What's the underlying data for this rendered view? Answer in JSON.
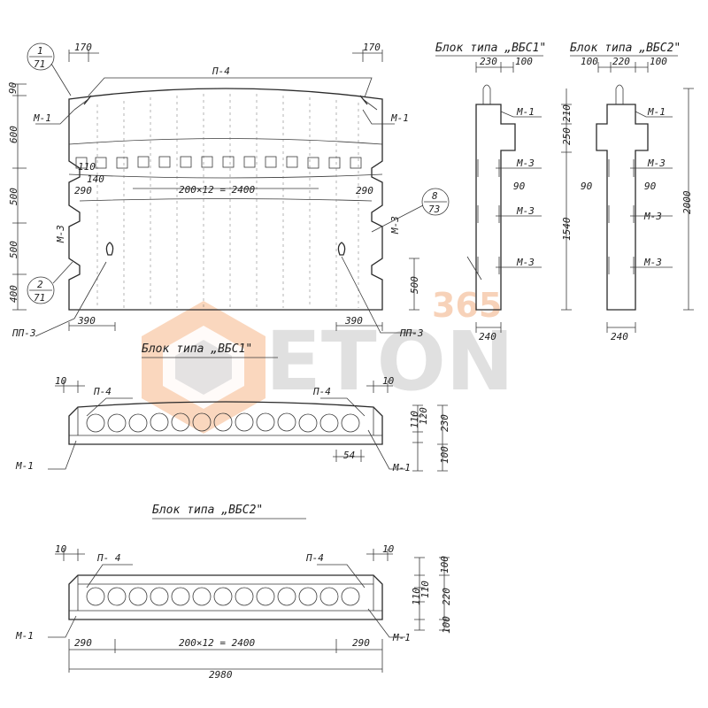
{
  "titles": {
    "vbs1_side": "Блок типа „ВБС1\"",
    "vbs2_side": "Блок типа „ВБС2\"",
    "vbs1_plan": "Блок типа „ВБС1\"",
    "vbs2_plan": "Блок типа „ВБС2\""
  },
  "elevation": {
    "dim_top_left": "170",
    "dim_top_right": "170",
    "dim_left_90": "90",
    "rows": [
      "600",
      "500",
      "500",
      "400"
    ],
    "pitch_label": "200×12 = 2400",
    "left_290": "290",
    "right_290": "290",
    "bottom_left_390": "390",
    "bottom_right_390": "390",
    "right_500": "500",
    "small_110": "110",
    "small_140": "140",
    "p4": "П-4",
    "m1_left": "М-1",
    "m1_right": "М-1",
    "m3_left": "М-3",
    "m3_right": "М-3",
    "pp3_left": "ПП-3",
    "pp3_right": "ПП-3",
    "callout_1_top": "1",
    "callout_1_bot": "71",
    "callout_2_top": "2",
    "callout_2_bot": "71",
    "callout_8_top": "8",
    "callout_8_bot": "73"
  },
  "section_vbs1": {
    "top_230": "230",
    "top_100": "100",
    "right_210": "210",
    "right_250": "250",
    "right_1540": "1540",
    "inner_90": "90",
    "bottom_240": "240",
    "m1": "М-1",
    "m3a": "М-3",
    "m3b": "М-3",
    "m3c": "М-3"
  },
  "section_vbs2": {
    "top_100a": "100",
    "top_220": "220",
    "top_100b": "100",
    "right_2000": "2000",
    "inner_90a": "90",
    "inner_90b": "90",
    "bottom_240": "240",
    "m1": "М-1",
    "m3a": "М-3",
    "m3b": "М-3",
    "m3c": "М-3"
  },
  "plan_vbs1": {
    "dim_10_left": "10",
    "dim_10_right": "10",
    "p4_left": "П-4",
    "p4_right": "П-4",
    "m1_left": "М-1",
    "m1_right": "М-1",
    "r_110": "110",
    "r_120": "120",
    "r_230": "230",
    "r_100": "100",
    "b_54": "54",
    "holes": 13
  },
  "plan_vbs2": {
    "dim_10_left": "10",
    "dim_10_right": "10",
    "p4_left": "П- 4",
    "p4_right": "П-4",
    "m1_left": "М-1",
    "m1_right": "М-1",
    "r_100_top": "100",
    "r_110": "110",
    "r_110b": "110",
    "r_220": "220",
    "r_100_bot": "100",
    "left_290": "290",
    "right_290": "290",
    "pitch_label": "200×12 = 2400",
    "overall": "2980",
    "holes": 13
  },
  "watermark": {
    "digits": "365",
    "letters": "ETON",
    "colors": {
      "orange": "#f3a76f",
      "grey": "#cfcfcf"
    }
  }
}
